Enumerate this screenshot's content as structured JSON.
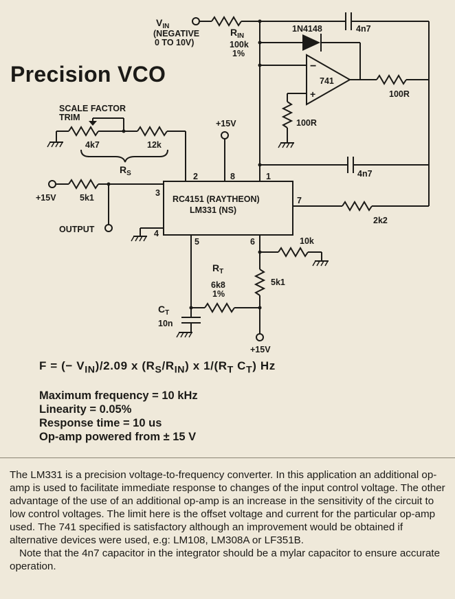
{
  "title": "Precision VCO",
  "labels": {
    "vin": "V",
    "vin_sub": "IN",
    "vin_note1": "(NEGATIVE",
    "vin_note2": "0 TO 10V)",
    "rin": "R",
    "rin_sub": "IN",
    "rin_value1": "100k",
    "rin_value2": "1%",
    "diode": "1N4148",
    "cap_top": "4n7",
    "opamp": "741",
    "minus_sign": "−",
    "plus_sign": "+",
    "r_opamp_out": "100R",
    "r_opamp_plus": "100R",
    "cap_mid": "4n7",
    "scale_trim1": "SCALE FACTOR",
    "scale_trim2": "TRIM",
    "pot_value": "4k7",
    "r_12k": "12k",
    "rs": "R",
    "rs_sub": "S",
    "supply_top": "+15V",
    "supply_left": "+15V",
    "r_5k1_left": "5k1",
    "output": "OUTPUT",
    "chip1": "RC4151 (RAYTHEON)",
    "chip2": "LM331 (NS)",
    "pin1": "1",
    "pin2": "2",
    "pin3": "3",
    "pin4": "4",
    "pin5": "5",
    "pin6": "6",
    "pin7": "7",
    "pin8": "8",
    "r_2k2": "2k2",
    "r_10k": "10k",
    "rt": "R",
    "rt_sub": "T",
    "rt_value1": "6k8",
    "rt_value2": "1%",
    "r_5k1_right": "5k1",
    "ct": "C",
    "ct_sub": "T",
    "ct_value": "10n",
    "supply_bottom": "+15V"
  },
  "formula": "F = (− V",
  "formula_parts": {
    "a": "F = (− V",
    "a_sub": "IN",
    "b": ")/2.09 x (R",
    "b_sub": "S",
    "c": "/R",
    "c_sub": "IN",
    "d": ") x 1/(R",
    "d_sub": "T",
    "e": " C",
    "e_sub": "T",
    "f": ") Hz"
  },
  "specs": [
    "Maximum frequency = 10 kHz",
    "Linearity = 0.05%",
    "Response time = 10 us",
    "Op-amp powered from ± 15 V"
  ],
  "paragraphs": [
    "The LM331 is a precision voltage-to-frequency converter. In this application an additional op-amp is used to facilitate immediate response to changes of the input control voltage. The other advantage of the use of an additional op-amp is an increase in the sensitivity of the circuit to low control voltages. The limit here is the offset voltage and current for the particular op-amp used. The 741 specified is satisfactory although an improvement would be obtained if alternative devices were used, e.g: LM108, LM308A or LF351B.",
    "Note that the 4n7 capacitor in the integrator should be a mylar capacitor to ensure accurate operation."
  ]
}
